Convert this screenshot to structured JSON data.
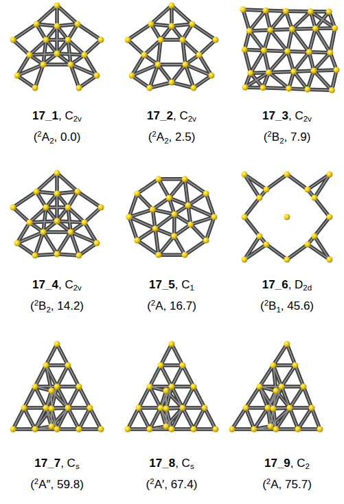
{
  "diagram": {
    "labels": [
      "17_1",
      ", C",
      "2v",
      "(",
      "2",
      "A",
      "2",
      ", 0.0)",
      "17_2",
      ", C",
      "2v",
      "(",
      "2",
      "A",
      "2",
      ", 2.5)",
      "17_3",
      ", C",
      "2v",
      "(",
      "2",
      "B",
      "2",
      ", 7.9)",
      "17_4",
      ", C",
      "2v",
      "(",
      "2",
      "B",
      "2",
      ", 14.2)",
      "17_5",
      ", C",
      "1",
      "(",
      "2",
      "A, 16.7)",
      "17_6",
      ", D",
      "2d",
      "(",
      "2",
      "B",
      "1",
      ", 45.6)",
      "17_7",
      ", C",
      "s",
      "(",
      "2",
      "A″, 59.8)",
      "17_8",
      ", C",
      "s",
      "(",
      "2",
      "A′, 67.4)",
      "17_9",
      ", C",
      "2",
      "(",
      "2",
      "A, 75.7)"
    ]
  }
}
